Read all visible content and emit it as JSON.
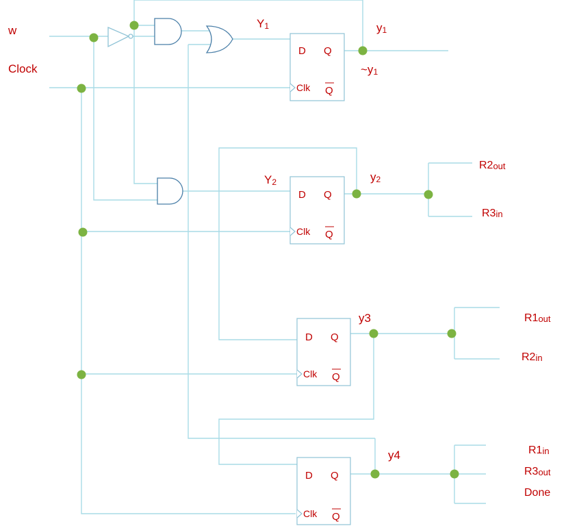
{
  "inputs": {
    "w": "w",
    "clock": "Clock"
  },
  "flipflops": {
    "pin_d": "D",
    "pin_q": "Q",
    "pin_qbar": "Q",
    "pin_clk": "Clk"
  },
  "signals": {
    "Y1": {
      "main": "Y",
      "sub": "1"
    },
    "y1": {
      "main": "y",
      "sub": "1"
    },
    "y1_not": {
      "main": "~y",
      "sub": "1"
    },
    "Y2": {
      "main": "Y",
      "sub": "2"
    },
    "y2": {
      "main": "y",
      "sub": "2"
    },
    "y3": "y3",
    "y4": "y4"
  },
  "outputs": {
    "r2out": {
      "main": "R2",
      "sub": "out"
    },
    "r3in": {
      "main": "R3",
      "sub": "in"
    },
    "r1out": {
      "main": "R1",
      "sub": "out"
    },
    "r2in": {
      "main": "R2",
      "sub": "in"
    },
    "r1in": {
      "main": "R1",
      "sub": "in"
    },
    "r3out": {
      "main": "R3",
      "sub": "out"
    },
    "done": "Done"
  },
  "colors": {
    "wire": "#a9dbe6",
    "gate": "#4a7fa8",
    "junction": "#7cb342",
    "text": "#c00000"
  }
}
